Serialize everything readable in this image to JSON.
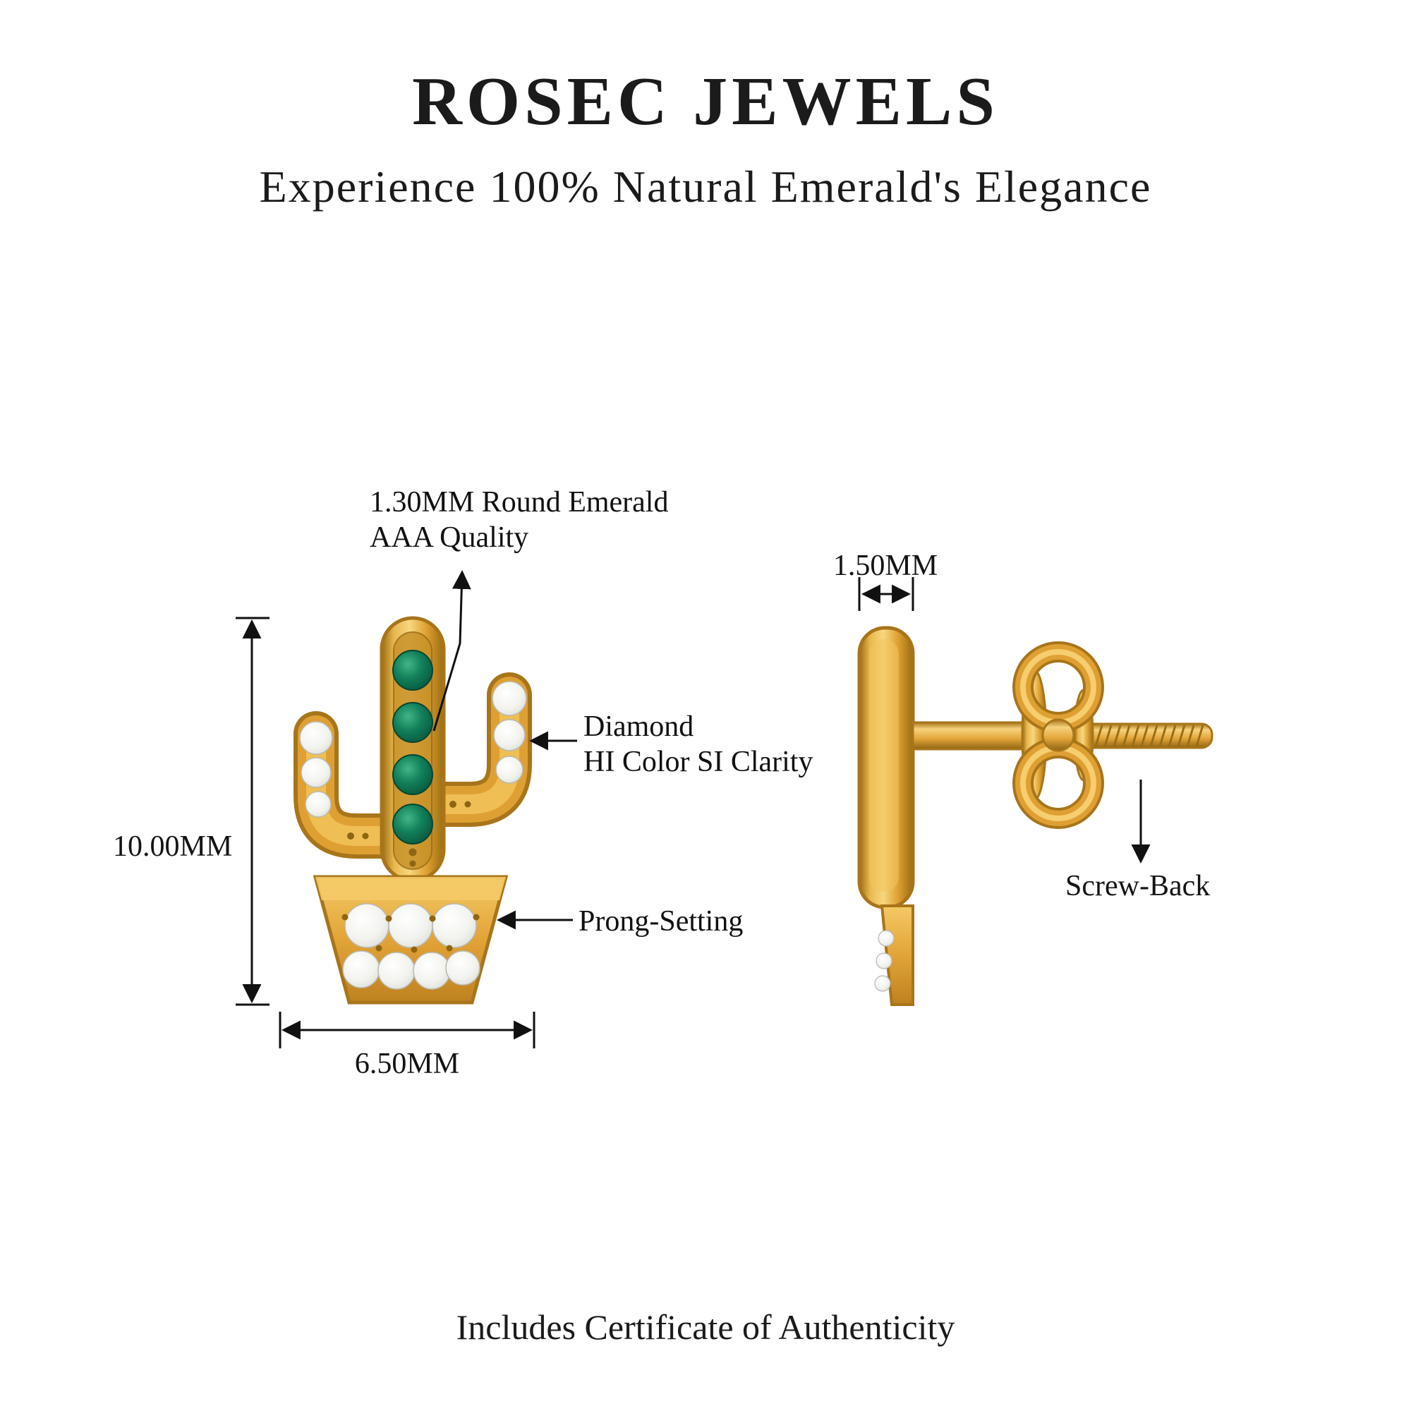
{
  "brand": {
    "title": "ROSEC JEWELS",
    "tagline": "Experience 100% Natural Emerald's Elegance"
  },
  "front_view": {
    "emerald_callout": {
      "line1": "1.30MM Round Emerald",
      "line2": "AAA Quality"
    },
    "diamond_callout": {
      "line1": "Diamond",
      "line2": "HI Color SI Clarity"
    },
    "prong_callout": {
      "label": "Prong-Setting"
    },
    "height_label": "10.00MM",
    "width_label": "6.50MM"
  },
  "side_view": {
    "thickness_label": "1.50MM",
    "screwback_label": "Screw-Back"
  },
  "footer": {
    "certificate_note": "Includes Certificate of Authenticity"
  },
  "colors": {
    "gold": "#E2A438",
    "gold_dark": "#A8751A",
    "gold_light": "#F6D27C",
    "emerald": "#12805A",
    "diamond": "#F2F2EE",
    "annotation": "#111111",
    "background": "#FFFFFF"
  }
}
